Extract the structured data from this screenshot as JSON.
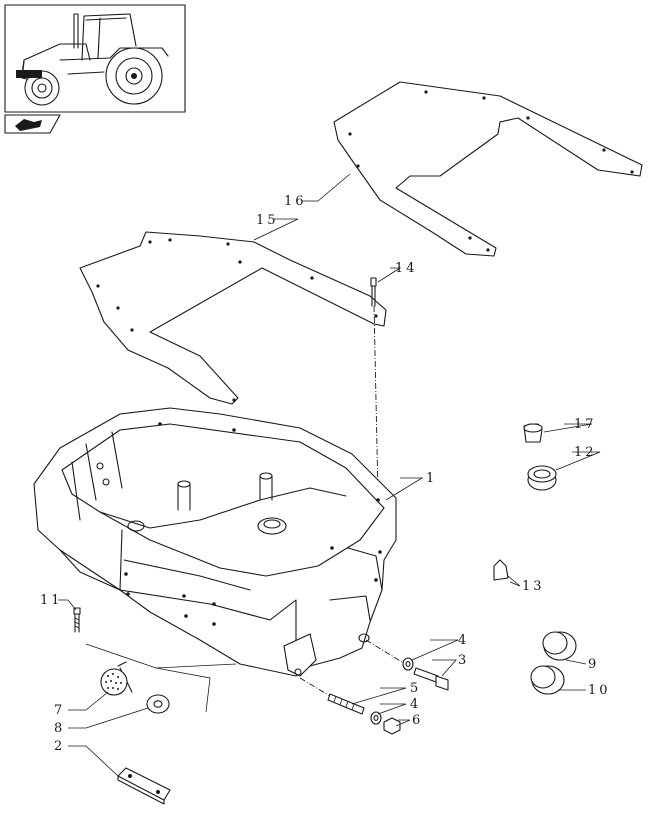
{
  "callouts": [
    {
      "id": "c1",
      "text": "1"
    },
    {
      "id": "c2",
      "text": "2"
    },
    {
      "id": "c3",
      "text": "3"
    },
    {
      "id": "c4a",
      "text": "4"
    },
    {
      "id": "c4b",
      "text": "4"
    },
    {
      "id": "c5",
      "text": "5"
    },
    {
      "id": "c6",
      "text": "6"
    },
    {
      "id": "c7",
      "text": "7"
    },
    {
      "id": "c8",
      "text": "8"
    },
    {
      "id": "c9",
      "text": "9"
    },
    {
      "id": "c10",
      "text": "10"
    },
    {
      "id": "c11",
      "text": "11"
    },
    {
      "id": "c12",
      "text": "12"
    },
    {
      "id": "c13",
      "text": "13"
    },
    {
      "id": "c14",
      "text": "14"
    },
    {
      "id": "c15",
      "text": "15"
    },
    {
      "id": "c16",
      "text": "16"
    },
    {
      "id": "c17",
      "text": "17"
    }
  ],
  "icons": {
    "thumbnail": "tractor-thumbnail-icon",
    "navigation": "book-arrow-icon"
  }
}
